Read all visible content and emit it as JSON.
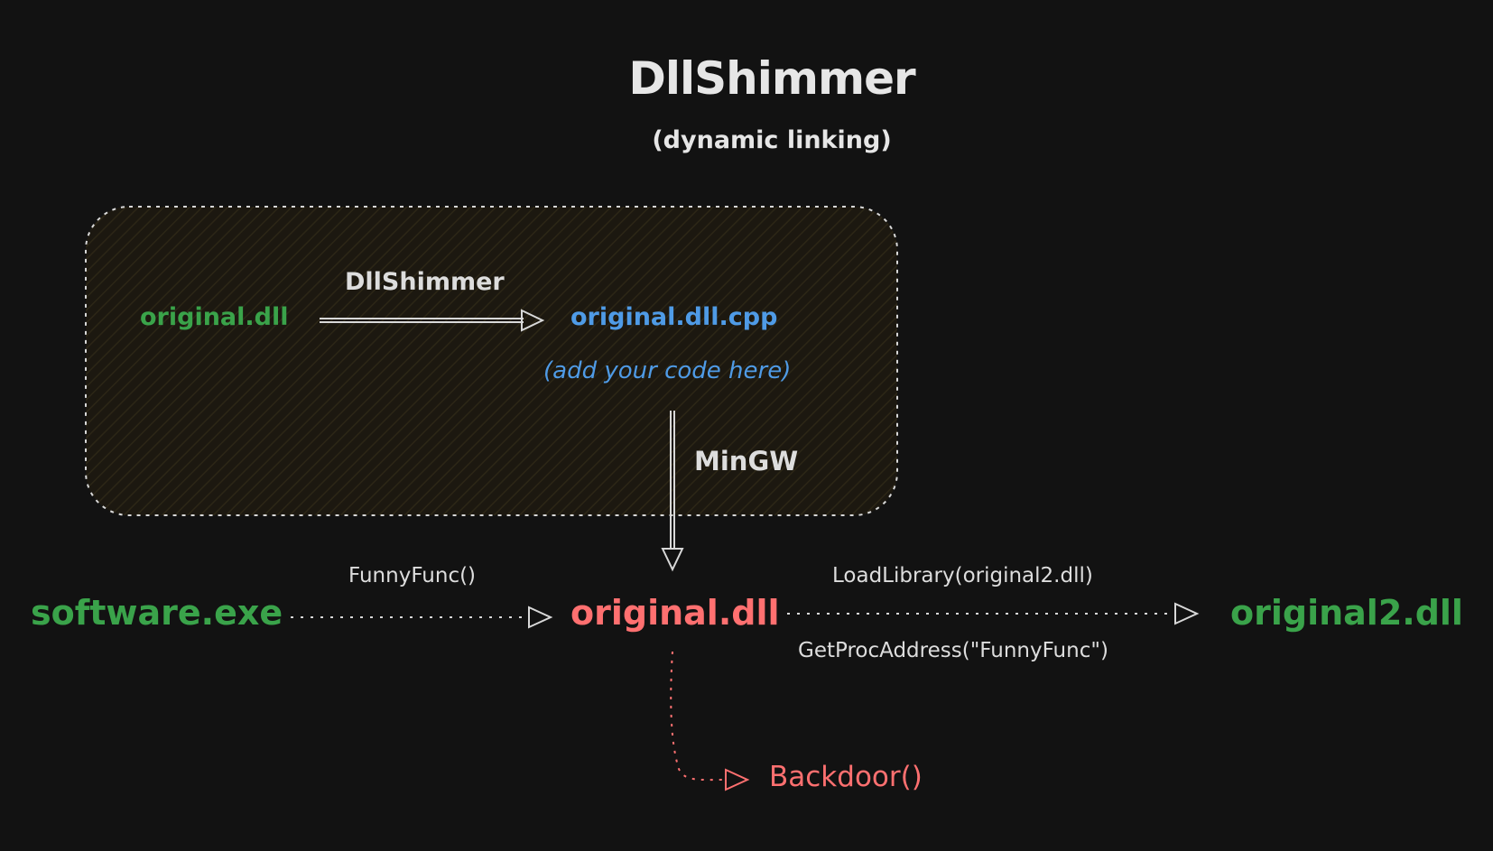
{
  "colors": {
    "background": "#121212",
    "title": "#e6e6e6",
    "label": "#dddddd",
    "green": "#3aa34a",
    "blue": "#4f9be6",
    "red": "#ff7070",
    "box_fill": "#1e1a10",
    "line": "#d8d8d8"
  },
  "header": {
    "title": "DllShimmer",
    "subtitle": "(dynamic linking)"
  },
  "build_box": {
    "source": "original.dll",
    "tool": "DllShimmer",
    "output": "original.dll.cpp",
    "note": "(add your code here)",
    "compiler": "MinGW"
  },
  "runtime": {
    "caller": "software.exe",
    "shim": "original.dll",
    "target": "original2.dll",
    "call": "FunnyFunc()",
    "load_call": "LoadLibrary(original2.dll)",
    "resolve_call": "GetProcAddress(\"FunnyFunc\")",
    "payload": "Backdoor()"
  },
  "icons": {
    "arrowhead": "open-triangle-arrowhead"
  }
}
